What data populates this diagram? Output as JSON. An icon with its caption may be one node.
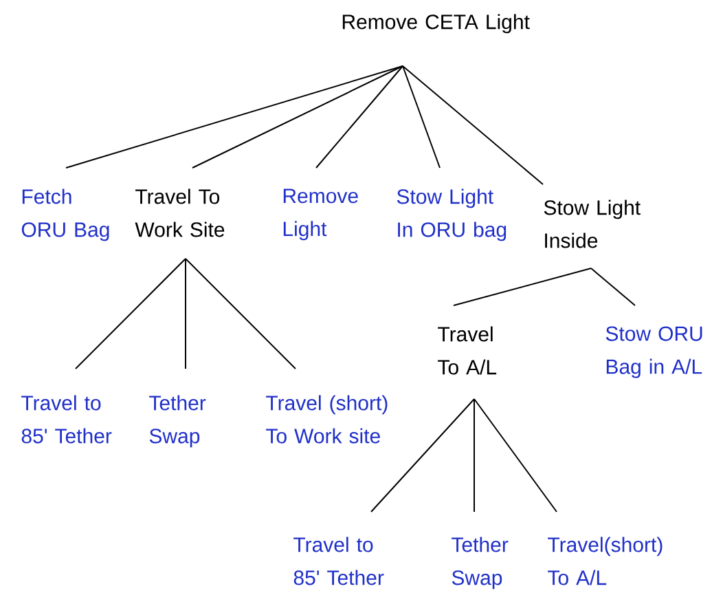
{
  "diagram": {
    "nodes": [
      {
        "text": [
          "Remove CETA Light"
        ]
      },
      {
        "text": [
          "Fetch ORU Bag"
        ]
      },
      {
        "text": [
          "Travel To Work Site"
        ]
      },
      {
        "text": [
          "Remove Light"
        ]
      },
      {
        "text": [
          "Stow Light In ORU bag"
        ]
      },
      {
        "text": [
          "Stow Light Inside"
        ]
      },
      {
        "text": [
          "Travel to 85' Tether"
        ]
      },
      {
        "text": [
          "Tether Swap"
        ]
      },
      {
        "text": [
          "Travel (short) To Work site"
        ]
      },
      {
        "text": [
          "Travel To A/L"
        ]
      },
      {
        "text": [
          "Stow ORU Bag in A/L"
        ]
      },
      {
        "text": [
          "Travel to 85' Tether"
        ]
      },
      {
        "text": [
          "Tether Swap"
        ]
      },
      {
        "text": [
          "Travel(short) To A/L"
        ]
      }
    ],
    "edges": [
      {
        "from": 0,
        "to": 1,
        "arrow": "none"
      },
      {
        "from": 0,
        "to": 2,
        "arrow": "none"
      },
      {
        "from": 0,
        "to": 3,
        "arrow": "none"
      },
      {
        "from": 0,
        "to": 4,
        "arrow": "none"
      },
      {
        "from": 0,
        "to": 5,
        "arrow": "none"
      },
      {
        "from": 2,
        "to": 6,
        "arrow": "none"
      },
      {
        "from": 2,
        "to": 7,
        "arrow": "none"
      },
      {
        "from": 2,
        "to": 8,
        "arrow": "none"
      },
      {
        "from": 5,
        "to": 9,
        "arrow": "none"
      },
      {
        "from": 5,
        "to": 10,
        "arrow": "none"
      },
      {
        "from": 9,
        "to": 11,
        "arrow": "none"
      },
      {
        "from": 9,
        "to": 12,
        "arrow": "none"
      },
      {
        "from": 9,
        "to": 13,
        "arrow": "none"
      }
    ]
  }
}
